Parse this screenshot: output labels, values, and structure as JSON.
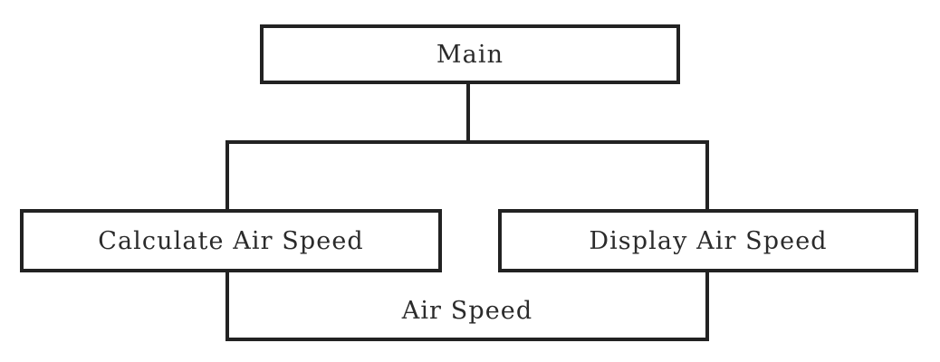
{
  "diagram": {
    "type": "structure-chart",
    "background_color": "#ffffff",
    "line_color": "#222222",
    "text_color": "#2b2b2b",
    "nodes": [
      {
        "id": "main",
        "label": "Main"
      },
      {
        "id": "calculate",
        "label": "Calculate Air Speed"
      },
      {
        "id": "display",
        "label": "Display Air Speed"
      }
    ],
    "data_flow": {
      "label": "Air Speed",
      "from": "calculate",
      "to": "display"
    },
    "edges": [
      {
        "from": "main",
        "to": "calculate"
      },
      {
        "from": "main",
        "to": "display"
      }
    ]
  }
}
